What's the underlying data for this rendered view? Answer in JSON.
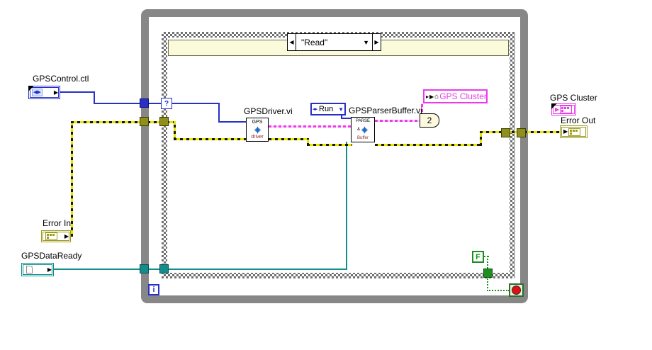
{
  "case": {
    "prev_arrow": "◀",
    "selector_value": "\"Read\"",
    "dropdown_icon": "▼",
    "next_arrow": "▶",
    "selector_terminal": "?"
  },
  "loop": {
    "iteration_label": "i"
  },
  "nodes": {
    "gps_control": {
      "label": "GPSControl.ctl",
      "enum_glyph": "◀▶",
      "out_arrow": "▶"
    },
    "error_in": {
      "label": "Error In",
      "out_arrow": "▶"
    },
    "gps_data_ready": {
      "label": "GPSDataReady",
      "out_arrow": "▶"
    },
    "gps_driver": {
      "label": "GPSDriver.vi",
      "icon_line1": "GPS",
      "icon_line2": "driver"
    },
    "run_const": {
      "enum_glyph": "◂▸",
      "value": "Run",
      "dropdown_icon": "▼"
    },
    "gps_parser": {
      "label": "GPSParserBuffer.vi",
      "icon_line1": "PARSE",
      "icon_line2": "&",
      "icon_line3": "Buffer"
    },
    "local_var": {
      "arrow1": "▸",
      "arrow2": "▶",
      "house_glyph": "⌂",
      "label": "GPS Cluster"
    },
    "wire_label": {
      "value": "2"
    },
    "f_const": {
      "value": "F"
    },
    "gps_cluster_ind": {
      "label": "GPS Cluster",
      "in_arrow": "▶"
    },
    "error_out": {
      "label": "Error Out",
      "in_arrow": "▶"
    }
  },
  "colors": {
    "enum_blue": "#2830C8",
    "refnum_teal": "#0E8E8E",
    "error_olive": "#9C9C20",
    "error_yellow": "#E6E600",
    "cluster_magenta": "#E93CE9",
    "bool_green": "#1E8E1E",
    "loop_gray": "#878787",
    "band_yellow": "#FBFBDC",
    "stop_red": "#E01010"
  }
}
